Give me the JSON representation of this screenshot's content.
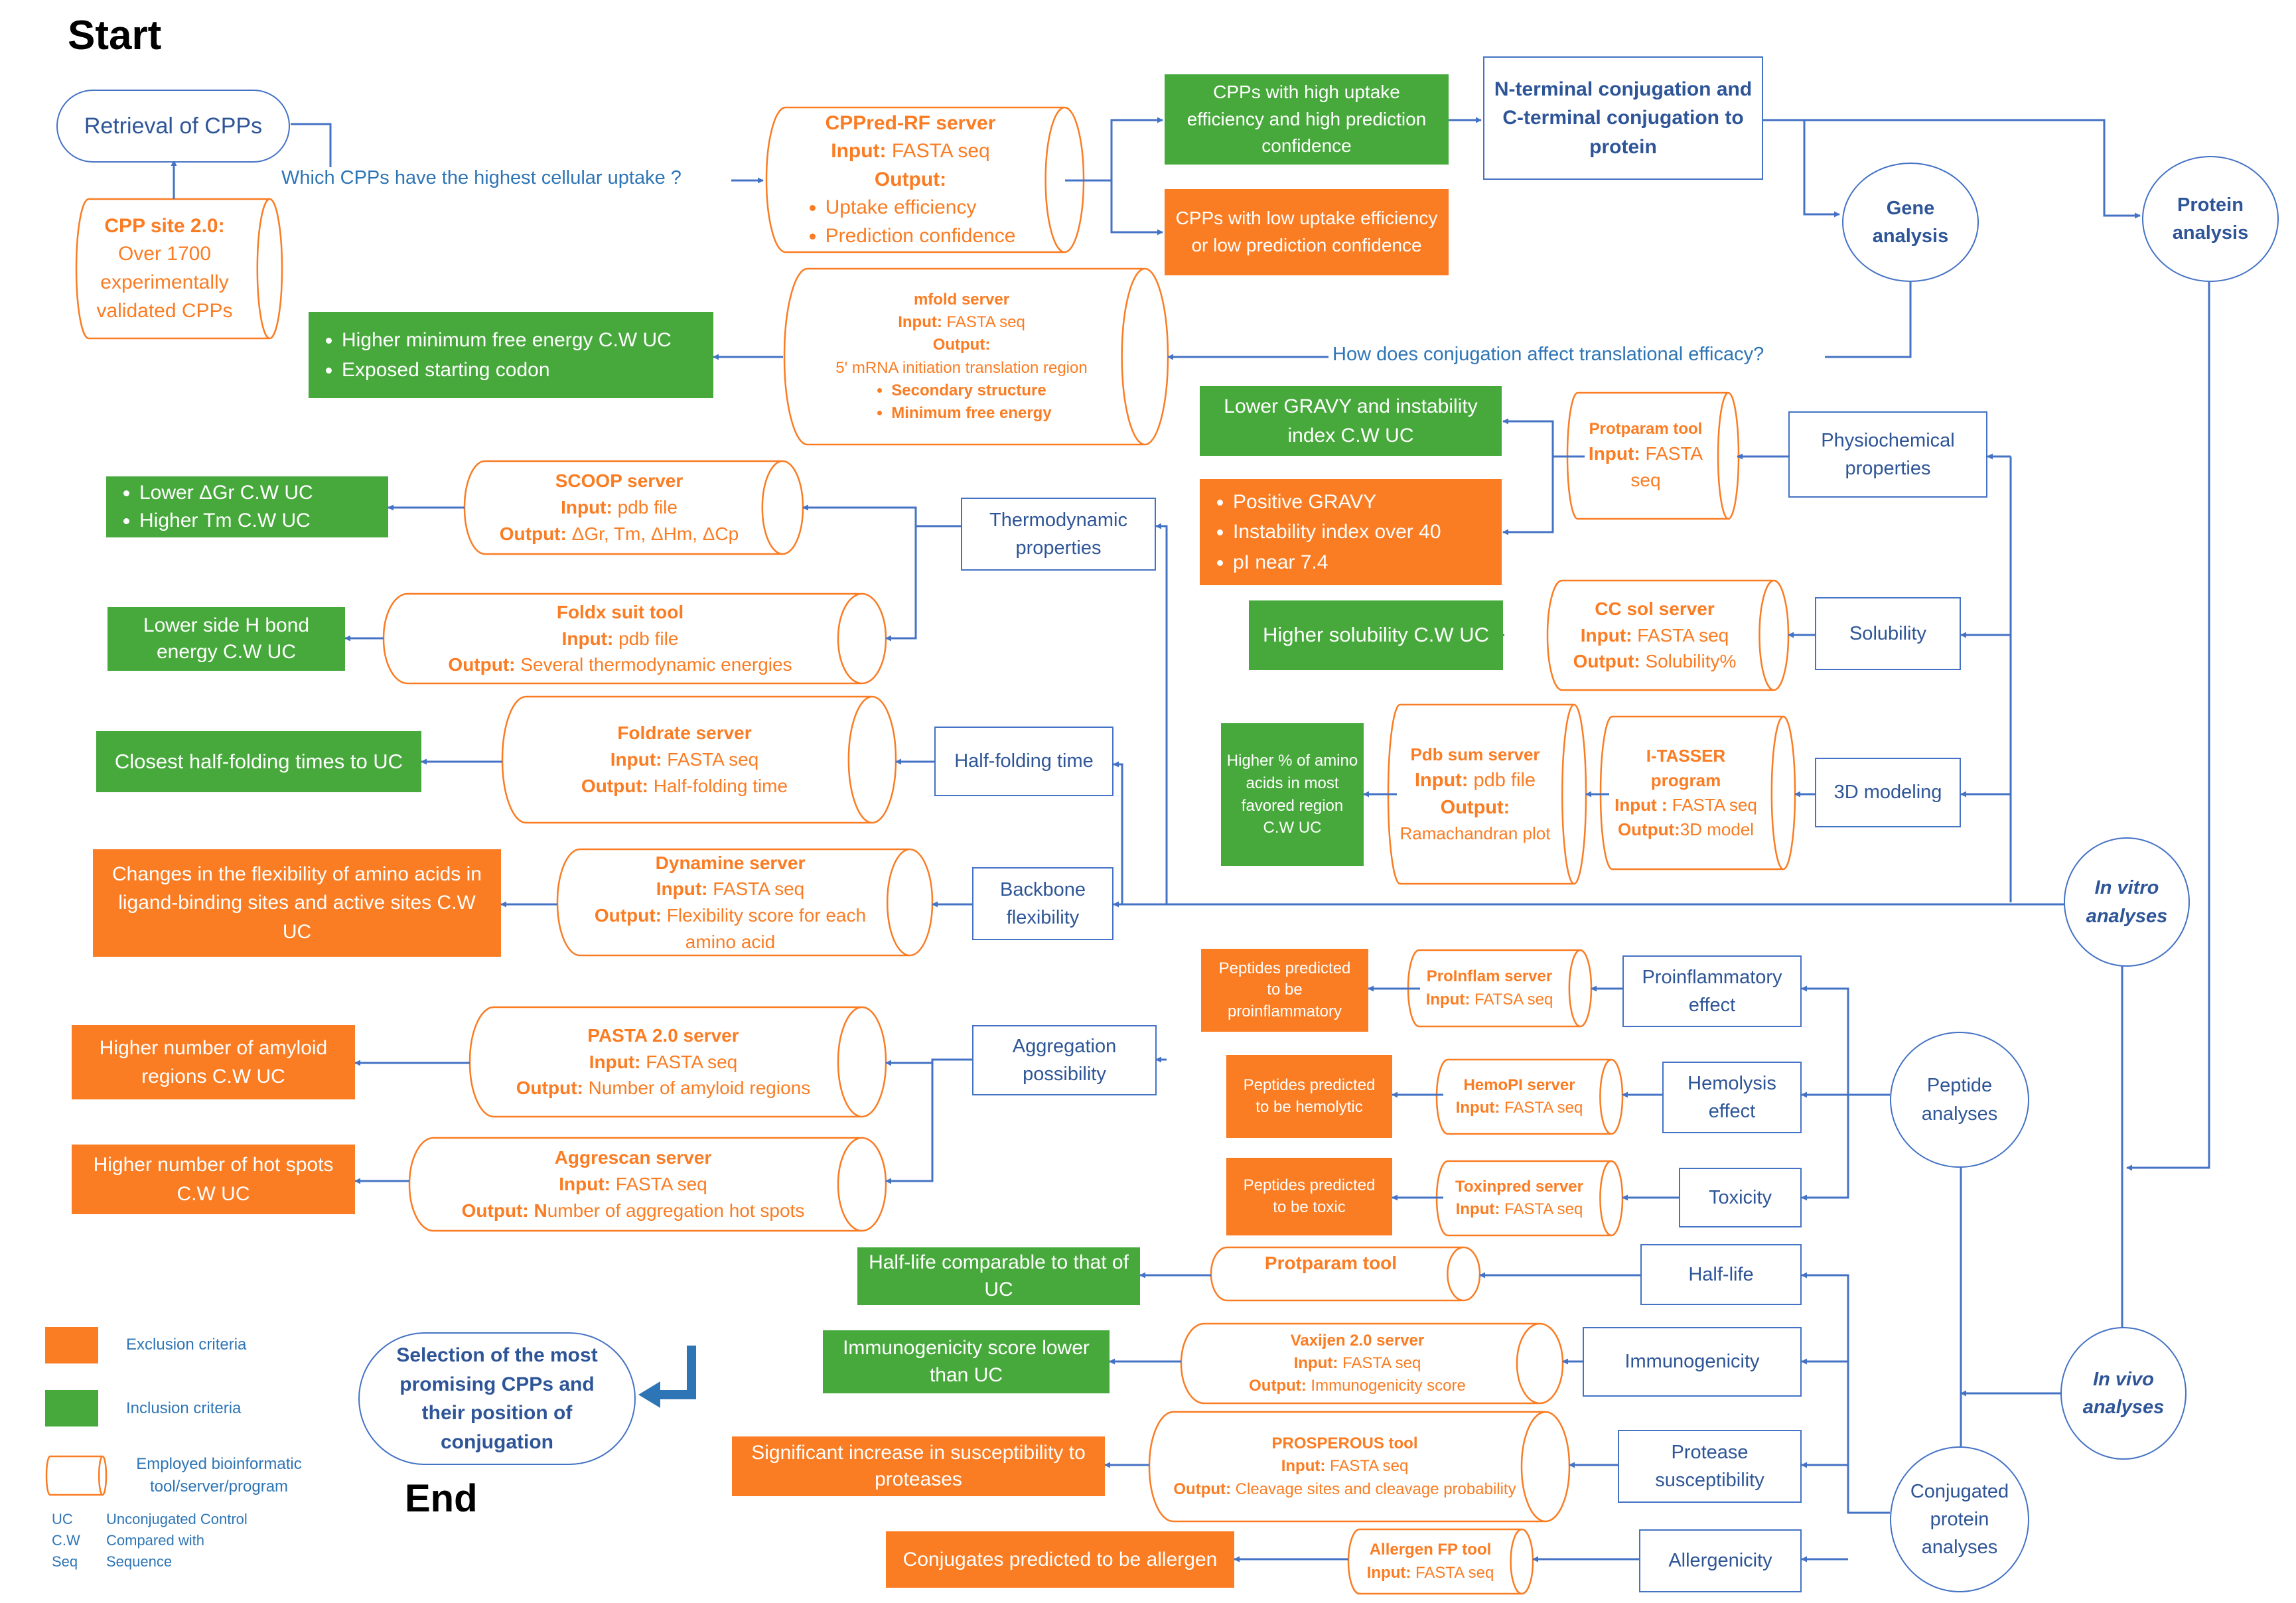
{
  "labels": {
    "start": "Start",
    "end": "End"
  },
  "colors": {
    "exclusion": "#fa7c23",
    "inclusion": "#47a93c",
    "outline": "#4472c4",
    "tool_text": "#fa7c23"
  },
  "retrieval": "Retrieval of CPPs",
  "cpp_site": {
    "title": "CPP site 2.0:",
    "body": "Over 1700 experimentally validated CPPs"
  },
  "questions": {
    "uptake": "Which CPPs have the highest cellular uptake ?",
    "translation": "How does conjugation affect translational efficacy?"
  },
  "cppred": {
    "title": "CPPred-RF server",
    "input_label": "Input:",
    "input": "FASTA seq",
    "output_label": "Output:",
    "outputs": [
      "Uptake efficiency",
      "Prediction confidence"
    ]
  },
  "cpps_high": "CPPs with high uptake efficiency and high prediction confidence",
  "cpps_low": "CPPs with low uptake efficiency or low prediction confidence",
  "nterm": "N-terminal conjugation and C-terminal conjugation to protein",
  "gene_analysis": "Gene analysis",
  "protein_analysis": "Protein analysis",
  "mfold": {
    "title": "mfold server",
    "input_label": "Input:",
    "input": "FASTA seq",
    "output_label": "Output:",
    "output_text": "5' mRNA initiation translation region",
    "outputs": [
      "Secondary structure",
      "Minimum free energy"
    ]
  },
  "mfold_result": [
    "Higher minimum free energy C.W UC",
    "Exposed starting codon"
  ],
  "gravy_result": "Lower GRAVY and instability index C.W UC",
  "gravy_exclusion": [
    "Positive GRAVY",
    "Instability index over 40",
    "pI near 7.4"
  ],
  "protparam": {
    "title": "Protparam  tool",
    "input_label": "Input:",
    "input": "FASTA seq"
  },
  "physio": "Physiochemical properties",
  "thermo": "Thermodynamic properties",
  "scoop": {
    "title": "SCOOP server",
    "input_label": "Input:",
    "input": "pdb file",
    "output_label": "Output:",
    "output": "ΔGr, Tm, ΔHm, ΔCp"
  },
  "scoop_result": [
    "Lower  ΔGr C.W UC",
    "Higher Tm C.W UC"
  ],
  "foldx": {
    "title": "Foldx suit tool",
    "input_label": "Input:",
    "input": "pdb file",
    "output_label": "Output:",
    "output": "Several thermodynamic energies"
  },
  "foldx_result": "Lower side H bond energy C.W UC",
  "ccsol": {
    "title": "CC sol server",
    "input_label": "Input:",
    "input": "FASTA seq",
    "output_label": "Output:",
    "output": "Solubility%"
  },
  "ccsol_result": "Higher solubility C.W UC",
  "solubility": "Solubility",
  "foldrate": {
    "title": "Foldrate server",
    "input_label": "Input:",
    "input": "FASTA seq",
    "output_label": "Output:",
    "output": "Half-folding time"
  },
  "foldrate_result": "Closest half-folding times to UC",
  "halffold": "Half-folding time",
  "pdbsum": {
    "title": "Pdb sum server",
    "input_label": "Input:",
    "input": "pdb file",
    "output_label": "Output:",
    "output": "Ramachandran plot"
  },
  "pdbsum_result": "Higher % of amino acids in most favored region C.W UC",
  "itasser": {
    "title": "I-TASSER program",
    "input_label": "Input :",
    "input": "FASTA seq",
    "output_label": "Output:",
    "output": "3D model"
  },
  "modeling": "3D modeling",
  "dynamine": {
    "title": "Dynamine server",
    "input_label": "Input:",
    "input": "FASTA seq",
    "output_label": "Output:",
    "output": "Flexibility score for each amino acid"
  },
  "dynamine_result": "Changes in the flexibility of amino acids in ligand-binding sites and active sites C.W UC",
  "backbone": "Backbone flexibility",
  "invitro": "In vitro analyses",
  "proinflam": {
    "title": "ProInflam server",
    "input_label": "Input:",
    "input": "FATSA seq"
  },
  "proinflam_result": "Peptides predicted to be proinflammatory",
  "proinflam_effect": "Proinflammatory effect",
  "pasta": {
    "title": "PASTA 2.0 server",
    "input_label": "Input:",
    "input": "FASTA seq",
    "output_label": "Output:",
    "output": "Number of amyloid regions"
  },
  "pasta_result": "Higher number of amyloid regions C.W UC",
  "aggregation": "Aggregation possibility",
  "hemopi": {
    "title": "HemoPI server",
    "input_label": "Input:",
    "input": "FASTA seq"
  },
  "hemopi_result": "Peptides predicted to be hemolytic",
  "hemolysis": "Hemolysis effect",
  "peptide_analyses": "Peptide analyses",
  "aggrescan": {
    "title": "Aggrescan server",
    "input_label": "Input:",
    "input": "FASTA seq",
    "output_label": "Output:",
    "output_prefix": "N",
    "output": "umber of aggregation hot spots"
  },
  "aggrescan_result": "Higher number of hot spots C.W UC",
  "toxinpred": {
    "title": "Toxinpred server",
    "input_label": "Input:",
    "input": "FASTA seq"
  },
  "toxinpred_result": "Peptides predicted to be toxic",
  "toxicity": "Toxicity",
  "halflife_result": "Half-life comparable to that of UC",
  "protparam2": "Protparam tool",
  "halflife": "Half-life",
  "vaxijen": {
    "title": "Vaxijen 2.0 server",
    "input_label": "Input:",
    "input": "FASTA seq",
    "output_label": "Output:",
    "output": "Immunogenicity score"
  },
  "vaxijen_result": "Immunogenicity score lower than UC",
  "immunogenicity": "Immunogenicity",
  "invivo": "In vivo analyses",
  "prosperous": {
    "title": "PROSPEROUS tool",
    "input_label": "Input:",
    "input": "FASTA seq",
    "output_label": "Output:",
    "output": "Cleavage sites and cleavage probability"
  },
  "prosperous_result": "Significant increase in susceptibility to proteases",
  "protease": "Protease susceptibility",
  "conjugated": "Conjugated protein analyses",
  "allergen": {
    "title": "Allergen FP tool",
    "input_label": "Input:",
    "input": "FASTA seq"
  },
  "allergen_result": "Conjugates predicted to be allergen",
  "allergenicity": "Allergenicity",
  "selection": "Selection of the most promising CPPs and their position of conjugation",
  "legend": {
    "exclusion": "Exclusion criteria",
    "inclusion": "Inclusion criteria",
    "tool": "Employed bioinformatic tool/server/program",
    "abbr": [
      {
        "k": "UC",
        "v": "Unconjugated Control"
      },
      {
        "k": "C.W",
        "v": "Compared with"
      },
      {
        "k": "Seq",
        "v": "Sequence"
      }
    ]
  }
}
